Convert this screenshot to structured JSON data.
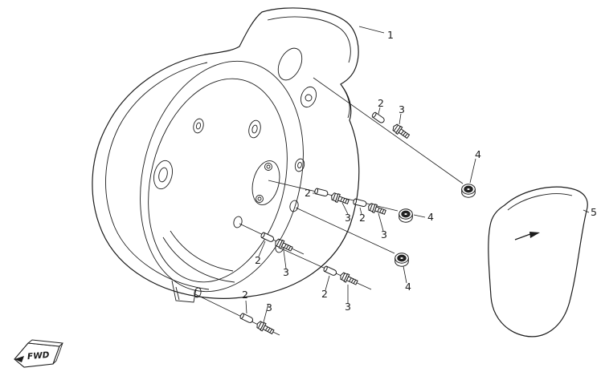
{
  "colors": {
    "background": "#ffffff",
    "line": "#1c1c1c"
  },
  "callouts": [
    {
      "label": "1"
    },
    {
      "label": "2"
    },
    {
      "label": "3"
    },
    {
      "label": "4"
    },
    {
      "label": "2"
    },
    {
      "label": "3"
    },
    {
      "label": "2"
    },
    {
      "label": "3"
    },
    {
      "label": "4"
    },
    {
      "label": "2"
    },
    {
      "label": "3"
    },
    {
      "label": "2"
    },
    {
      "label": "3"
    },
    {
      "label": "4"
    },
    {
      "label": "2"
    },
    {
      "label": "3"
    },
    {
      "label": "5"
    }
  ],
  "fwd_marker": {
    "label": "FWD"
  }
}
